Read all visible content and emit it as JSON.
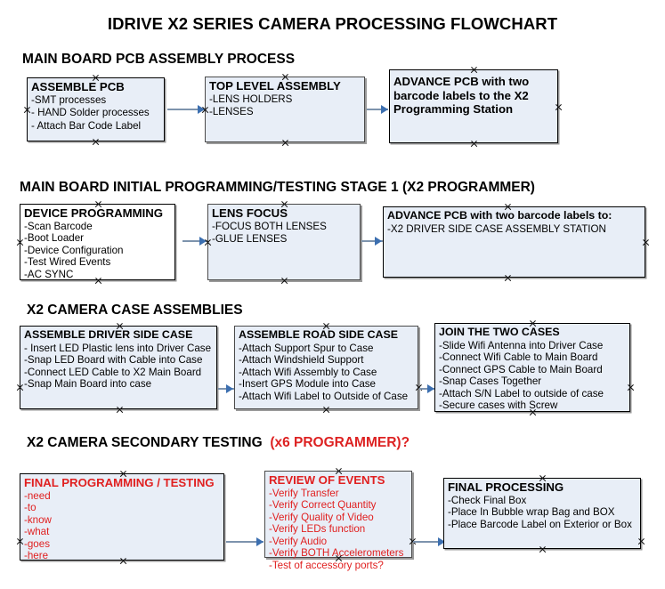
{
  "title": "IDRIVE X2  SERIES CAMERA PROCESSING FLOWCHART",
  "sections": [
    {
      "heading": "MAIN BOARD PCB ASSEMBLY PROCESS",
      "heading_accent": "",
      "boxes": [
        {
          "title": "ASSEMBLE PCB",
          "lines": [
            "-SMT processes",
            "- HAND Solder processes",
            "- Attach Bar Code Label"
          ]
        },
        {
          "title": "TOP LEVEL ASSEMBLY",
          "lines": [
            "-LENS HOLDERS",
            "-LENSES"
          ]
        },
        {
          "title": "ADVANCE PCB with two barcode labels to the  X2 Programming Station",
          "lines": []
        }
      ]
    },
    {
      "heading": "MAIN BOARD INITIAL PROGRAMMING/TESTING STAGE 1 (X2 PROGRAMMER)",
      "heading_accent": "",
      "boxes": [
        {
          "title": "DEVICE PROGRAMMING",
          "lines": [
            "-Scan Barcode",
            "-Boot Loader",
            "-Device Configuration",
            "-Test Wired Events",
            "-AC SYNC"
          ]
        },
        {
          "title": "LENS FOCUS",
          "lines": [
            "-FOCUS BOTH LENSES",
            "-GLUE LENSES"
          ]
        },
        {
          "title": "ADVANCE PCB with two barcode labels to:",
          "lines": [
            "-X2 DRIVER  SIDE  CASE  ASSEMBLY STATION"
          ]
        }
      ]
    },
    {
      "heading": "X2 CAMERA CASE ASSEMBLIES",
      "heading_accent": "",
      "boxes": [
        {
          "title": "ASSEMBLE DRIVER SIDE CASE",
          "lines": [
            "- Insert LED Plastic lens into Driver Case",
            "-Snap LED Board with Cable into Case",
            "-Connect LED Cable to X2 Main Board",
            "-Snap Main Board into case"
          ]
        },
        {
          "title": "ASSEMBLE ROAD SIDE CASE",
          "lines": [
            "-Attach Support Spur to Case",
            "-Attach Windshield Support",
            "-Attach Wifi Assembly to Case",
            "-Insert GPS Module into Case",
            "-Attach Wifi Label to Outside of Case"
          ]
        },
        {
          "title": "JOIN THE TWO CASES",
          "lines": [
            "-Slide Wifi Antenna into Driver Case",
            "-Connect Wifi Cable to Main Board",
            "-Connect GPS Cable to Main Board",
            "-Snap Cases Together",
            "-Attach S/N Label to outside of case",
            "-Secure cases with Screw"
          ]
        }
      ]
    },
    {
      "heading": "X2 CAMERA SECONDARY TESTING",
      "heading_accent": "(x6 PROGRAMMER)?",
      "boxes": [
        {
          "title": "FINAL PROGRAMMING / TESTING",
          "lines": [
            "-need",
            "-to",
            "-know",
            "-what",
            "-goes",
            "-here"
          ]
        },
        {
          "title": "REVIEW OF EVENTS",
          "lines": [
            "-Verify Transfer",
            "-Verify Correct Quantity",
            "-Verify Quality of Video",
            "-Verify LEDs function",
            "-Verify Audio",
            "-Verify BOTH Accelerometers",
            "-Test of accessory ports?"
          ]
        },
        {
          "title": "FINAL PROCESSING",
          "lines": [
            " -Check Final Box",
            "-Place In Bubble wrap Bag and BOX",
            "-Place Barcode Label on Exterior or Box"
          ]
        }
      ]
    }
  ],
  "colors": {
    "box_fill": "#e8eef7",
    "box_border": "#000000",
    "accent_red": "#e02020",
    "connector": "#7d93ad",
    "arrowhead": "#3c6fb0"
  }
}
